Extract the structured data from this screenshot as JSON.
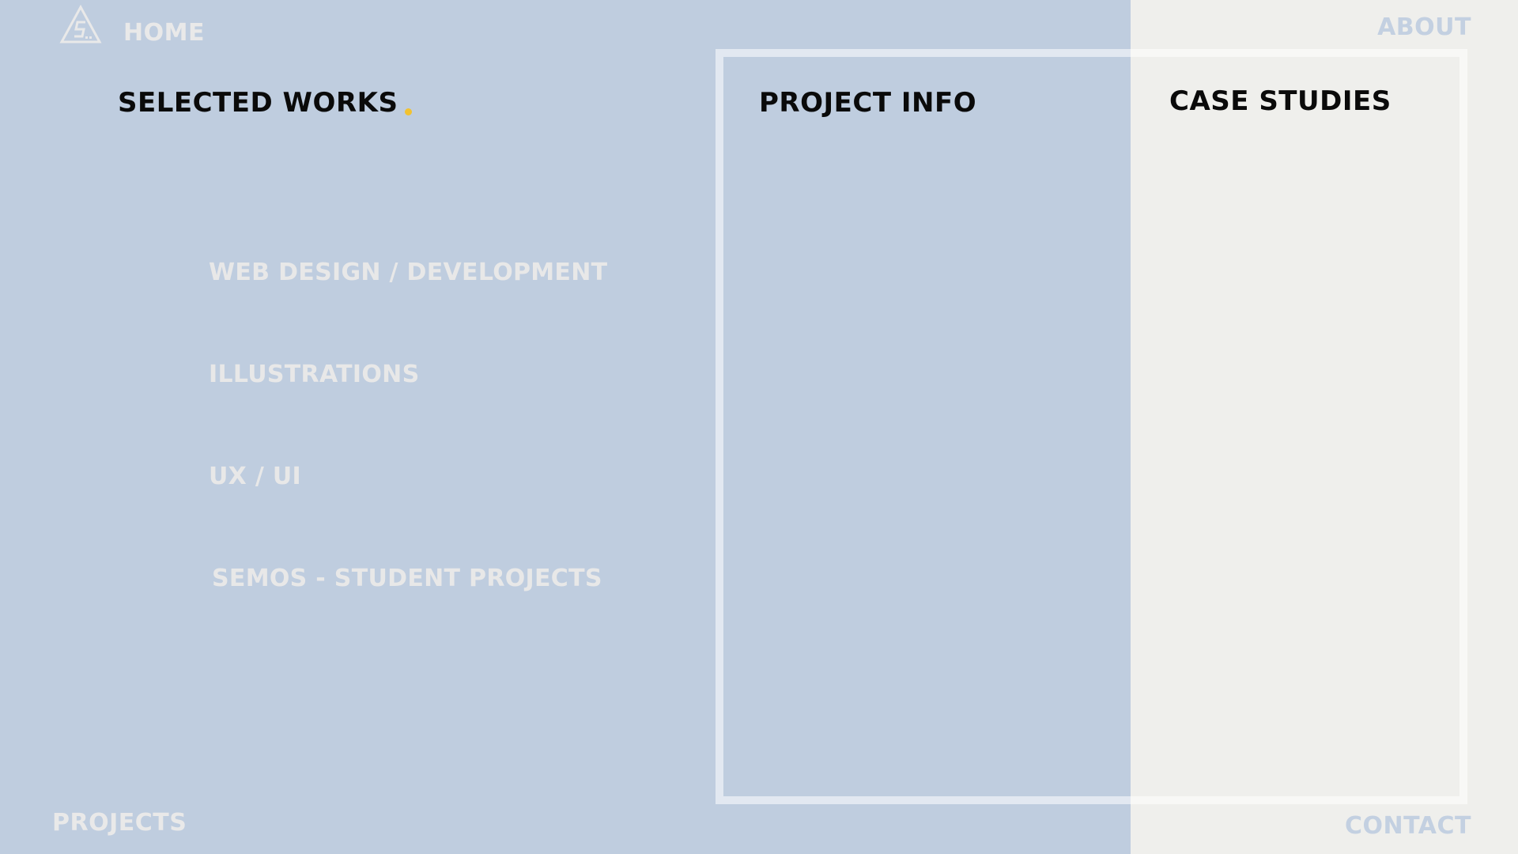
{
  "nav": {
    "home": "HOME",
    "about": "ABOUT",
    "projects": "PROJECTS",
    "contact": "CONTACT"
  },
  "logo": {
    "icon": "triangle-s-logo"
  },
  "sections": {
    "selected_works": "SELECTED WORKS",
    "project_info": "PROJECT INFO",
    "case_studies": "CASE STUDIES"
  },
  "categories": [
    "WEB DESIGN / DEVELOPMENT",
    "ILLUSTRATIONS",
    "UX / UI",
    "SEMOS - STUDENT PROJECTS"
  ],
  "colors": {
    "left_background": "#bfcddf",
    "right_background": "#efefec",
    "accent_dot": "#f2c230",
    "nav_light": "#e9e9e9",
    "nav_blue": "#c3d0e1",
    "heading": "#0a0a0a"
  }
}
